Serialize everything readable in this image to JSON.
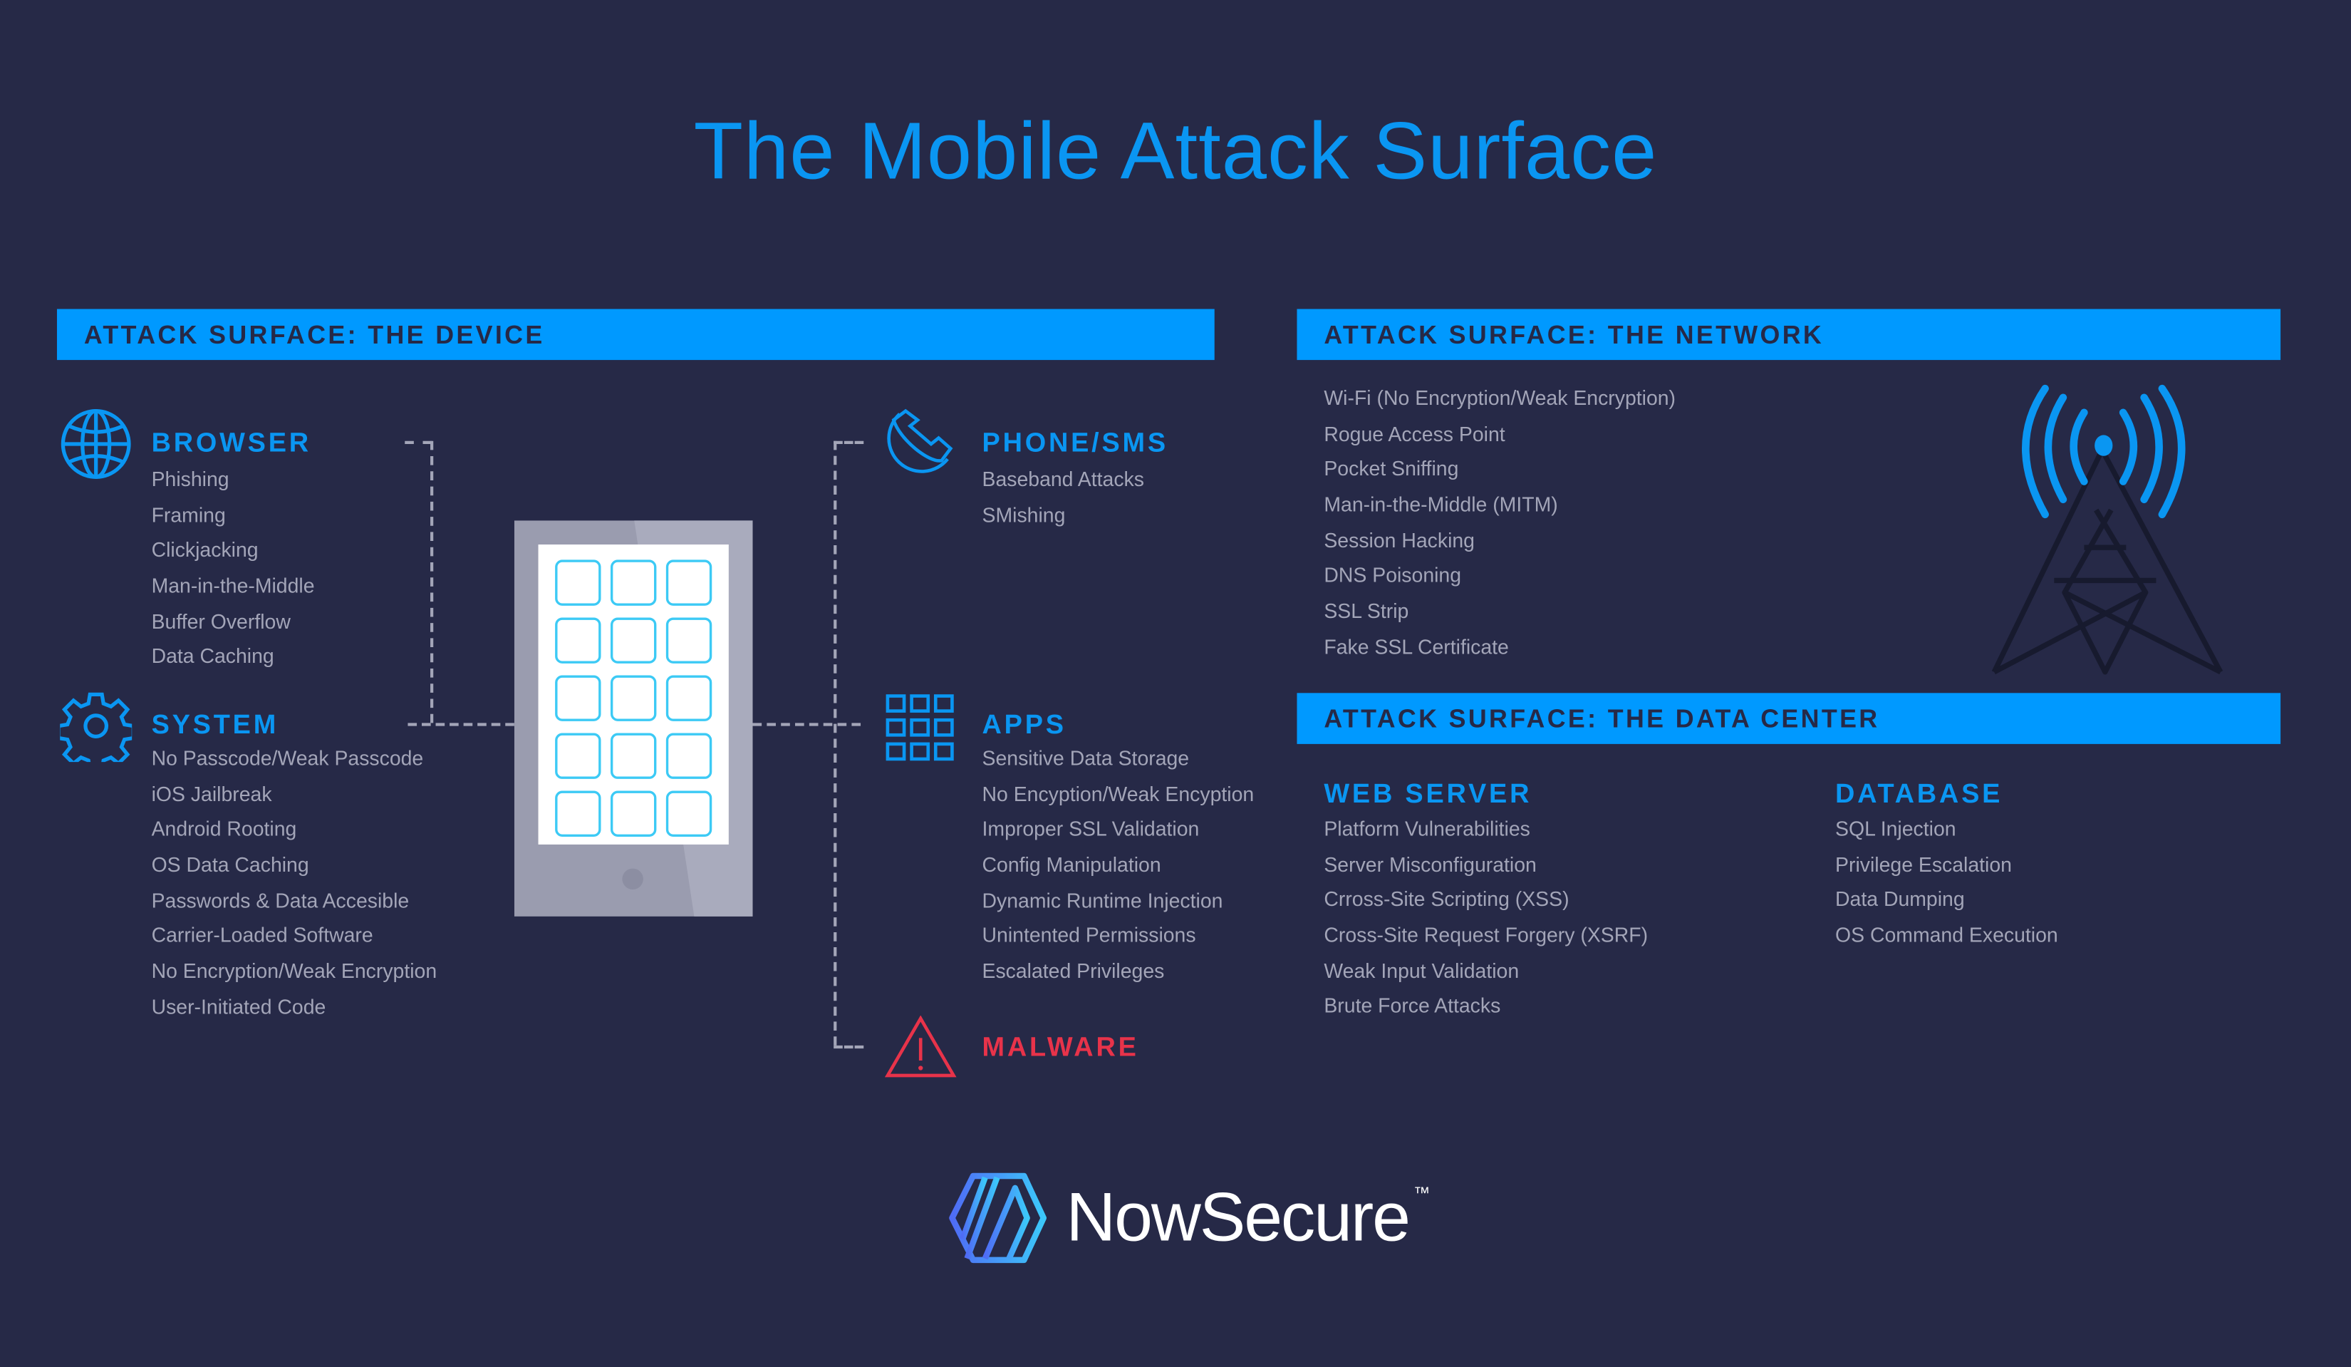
{
  "title": "The Mobile Attack Surface",
  "colors": {
    "background": "#262947",
    "accent": "#0099ff",
    "text": "#a3a5b8",
    "danger": "#e8334a"
  },
  "device": {
    "header": "ATTACK SURFACE:  THE DEVICE",
    "browser": {
      "title": "BROWSER",
      "icon": "globe-icon",
      "items": [
        "Phishing",
        "Framing",
        "Clickjacking",
        "Man-in-the-Middle",
        "Buffer Overflow",
        "Data Caching"
      ]
    },
    "system": {
      "title": "SYSTEM",
      "icon": "gear-icon",
      "items": [
        "No Passcode/Weak Passcode",
        "iOS Jailbreak",
        "Android Rooting",
        "OS Data Caching",
        "Passwords & Data Accesible",
        "Carrier-Loaded Software",
        "No Encryption/Weak Encryption",
        "User-Initiated Code"
      ]
    },
    "phone": {
      "title": "PHONE/SMS",
      "icon": "phone-icon",
      "items": [
        "Baseband Attacks",
        "SMishing"
      ]
    },
    "apps": {
      "title": "APPS",
      "icon": "app-grid-icon",
      "items": [
        "Sensitive Data Storage",
        "No Encyption/Weak Encyption",
        "Improper SSL Validation",
        "Config Manipulation",
        "Dynamic Runtime Injection",
        "Unintented Permissions",
        "Escalated Privileges"
      ]
    },
    "malware": {
      "title": "MALWARE",
      "icon": "warning-icon"
    }
  },
  "network": {
    "header": "ATTACK SURFACE:  THE NETWORK",
    "icon": "cell-tower-icon",
    "items": [
      "Wi-Fi (No Encryption/Weak Encryption)",
      "Rogue Access Point",
      "Pocket Sniffing",
      "Man-in-the-Middle (MITM)",
      "Session Hacking",
      "DNS Poisoning",
      "SSL Strip",
      "Fake SSL Certificate"
    ]
  },
  "datacenter": {
    "header": "ATTACK SURFACE:  THE DATA CENTER",
    "webserver": {
      "title": "WEB SERVER",
      "items": [
        "Platform Vulnerabilities",
        "Server Misconfiguration",
        "Crross-Site Scripting (XSS)",
        "Cross-Site Request Forgery (XSRF)",
        "Weak Input Validation",
        "Brute Force Attacks"
      ]
    },
    "database": {
      "title": "DATABASE",
      "items": [
        "SQL Injection",
        "Privilege Escalation",
        "Data Dumping",
        "OS Command Execution"
      ]
    }
  },
  "brand": {
    "name": "NowSecure",
    "tm": "™"
  }
}
